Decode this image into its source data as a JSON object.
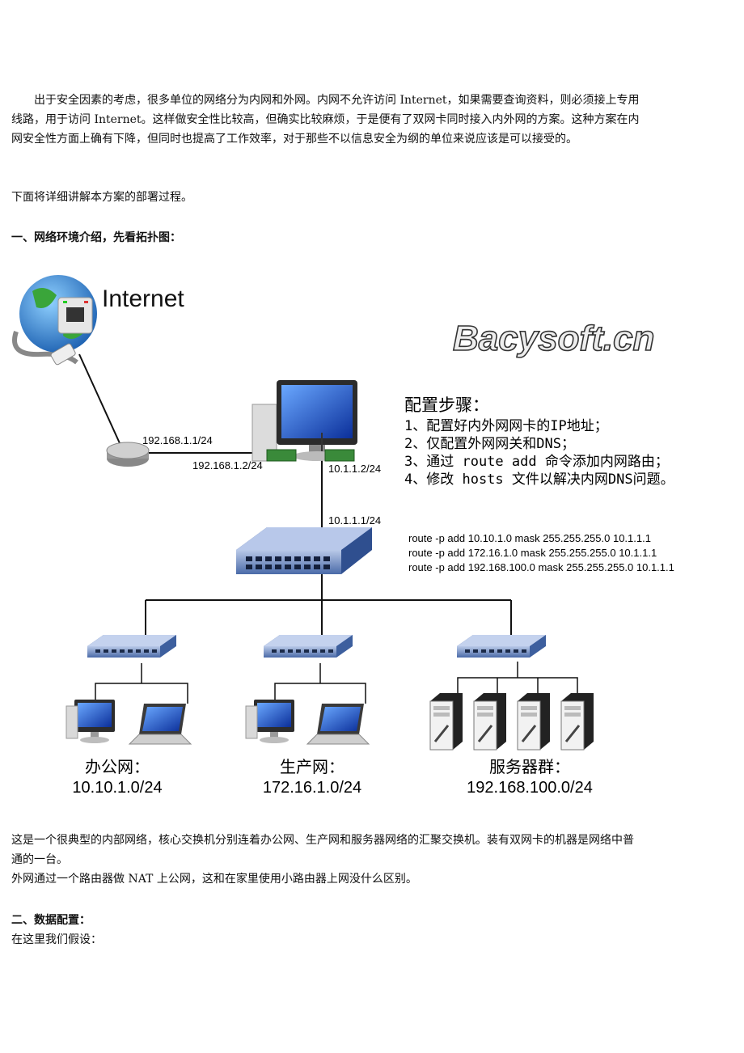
{
  "intro": {
    "paragraph1": "出于安全因素的考虑，很多单位的网络分为内网和外网。内网不允许访问 Internet，如果需要查询资料，则必须接上专用线路，用于访问 Internet。这样做安全性比较高，但确实比较麻烦，于是便有了双网卡同时接入内外网的方案。这种方案在内网安全性方面上确有下降，但同时也提高了工作效率，对于那些不以信息安全为纲的单位来说应该是可以接受的。",
    "paragraph2": "下面将详细讲解本方案的部署过程。"
  },
  "section1": {
    "heading": "一、网络环境介绍，先看拓扑图："
  },
  "diagram": {
    "internet_label": "Internet",
    "watermark": "Bacysoft.cn",
    "ip_router": "192.168.1.1/24",
    "ip_pc_ext": "192.168.1.2/24",
    "ip_pc_int": "10.1.1.2/24",
    "ip_core": "10.1.1.1/24",
    "steps_title": "配置步骤：",
    "steps": [
      "1、配置好内外网网卡的IP地址；",
      "2、仅配置外网网关和DNS；",
      "3、通过 route add 命令添加内网路由；",
      "4、修改 hosts 文件以解决内网DNS问题。"
    ],
    "routes": [
      "route -p add 10.10.1.0 mask 255.255.255.0 10.1.1.1",
      "route -p add 172.16.1.0 mask 255.255.255.0 10.1.1.1",
      "route -p add 192.168.100.0 mask 255.255.255.0 10.1.1.1"
    ],
    "subnets": [
      {
        "name": "办公网：",
        "cidr": "10.10.1.0/24"
      },
      {
        "name": "生产网：",
        "cidr": "172.16.1.0/24"
      },
      {
        "name": "服务器群：",
        "cidr": "192.168.100.0/24"
      }
    ]
  },
  "after": {
    "paragraph1": "这是一个很典型的内部网络，核心交换机分别连着办公网、生产网和服务器网络的汇聚交换机。装有双网卡的机器是网络中普通的一台。",
    "paragraph2": "外网通过一个路由器做 NAT 上公网，这和在家里使用小路由器上网没什么区别。"
  },
  "section2": {
    "heading": "二、数据配置：",
    "line": "在这里我们假设："
  }
}
